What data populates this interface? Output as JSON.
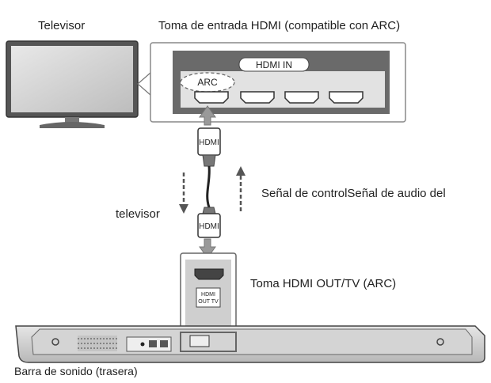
{
  "labels": {
    "tv": "Televisor",
    "hdmi_input": "Toma de entrada HDMI (compatible con ARC)",
    "control_signal": "Señal de controlSeñal de audio del",
    "tv_audio": "televisor",
    "hdmi_out": "Toma HDMI OUT/TV (ARC)",
    "soundbar": "Barra de sonido (trasera)"
  },
  "panel": {
    "hdmi_in": "HDMI IN",
    "arc": "ARC"
  },
  "cable": {
    "plug_top": "HDMI",
    "plug_bottom": "HDMI"
  },
  "soundbar_panel": {
    "label_line1": "HDMI",
    "label_line2": "OUT TV"
  },
  "colors": {
    "outline": "#555555",
    "light_gray": "#d8d8d8",
    "mid_gray": "#9a9a9a",
    "dark": "#333333"
  }
}
